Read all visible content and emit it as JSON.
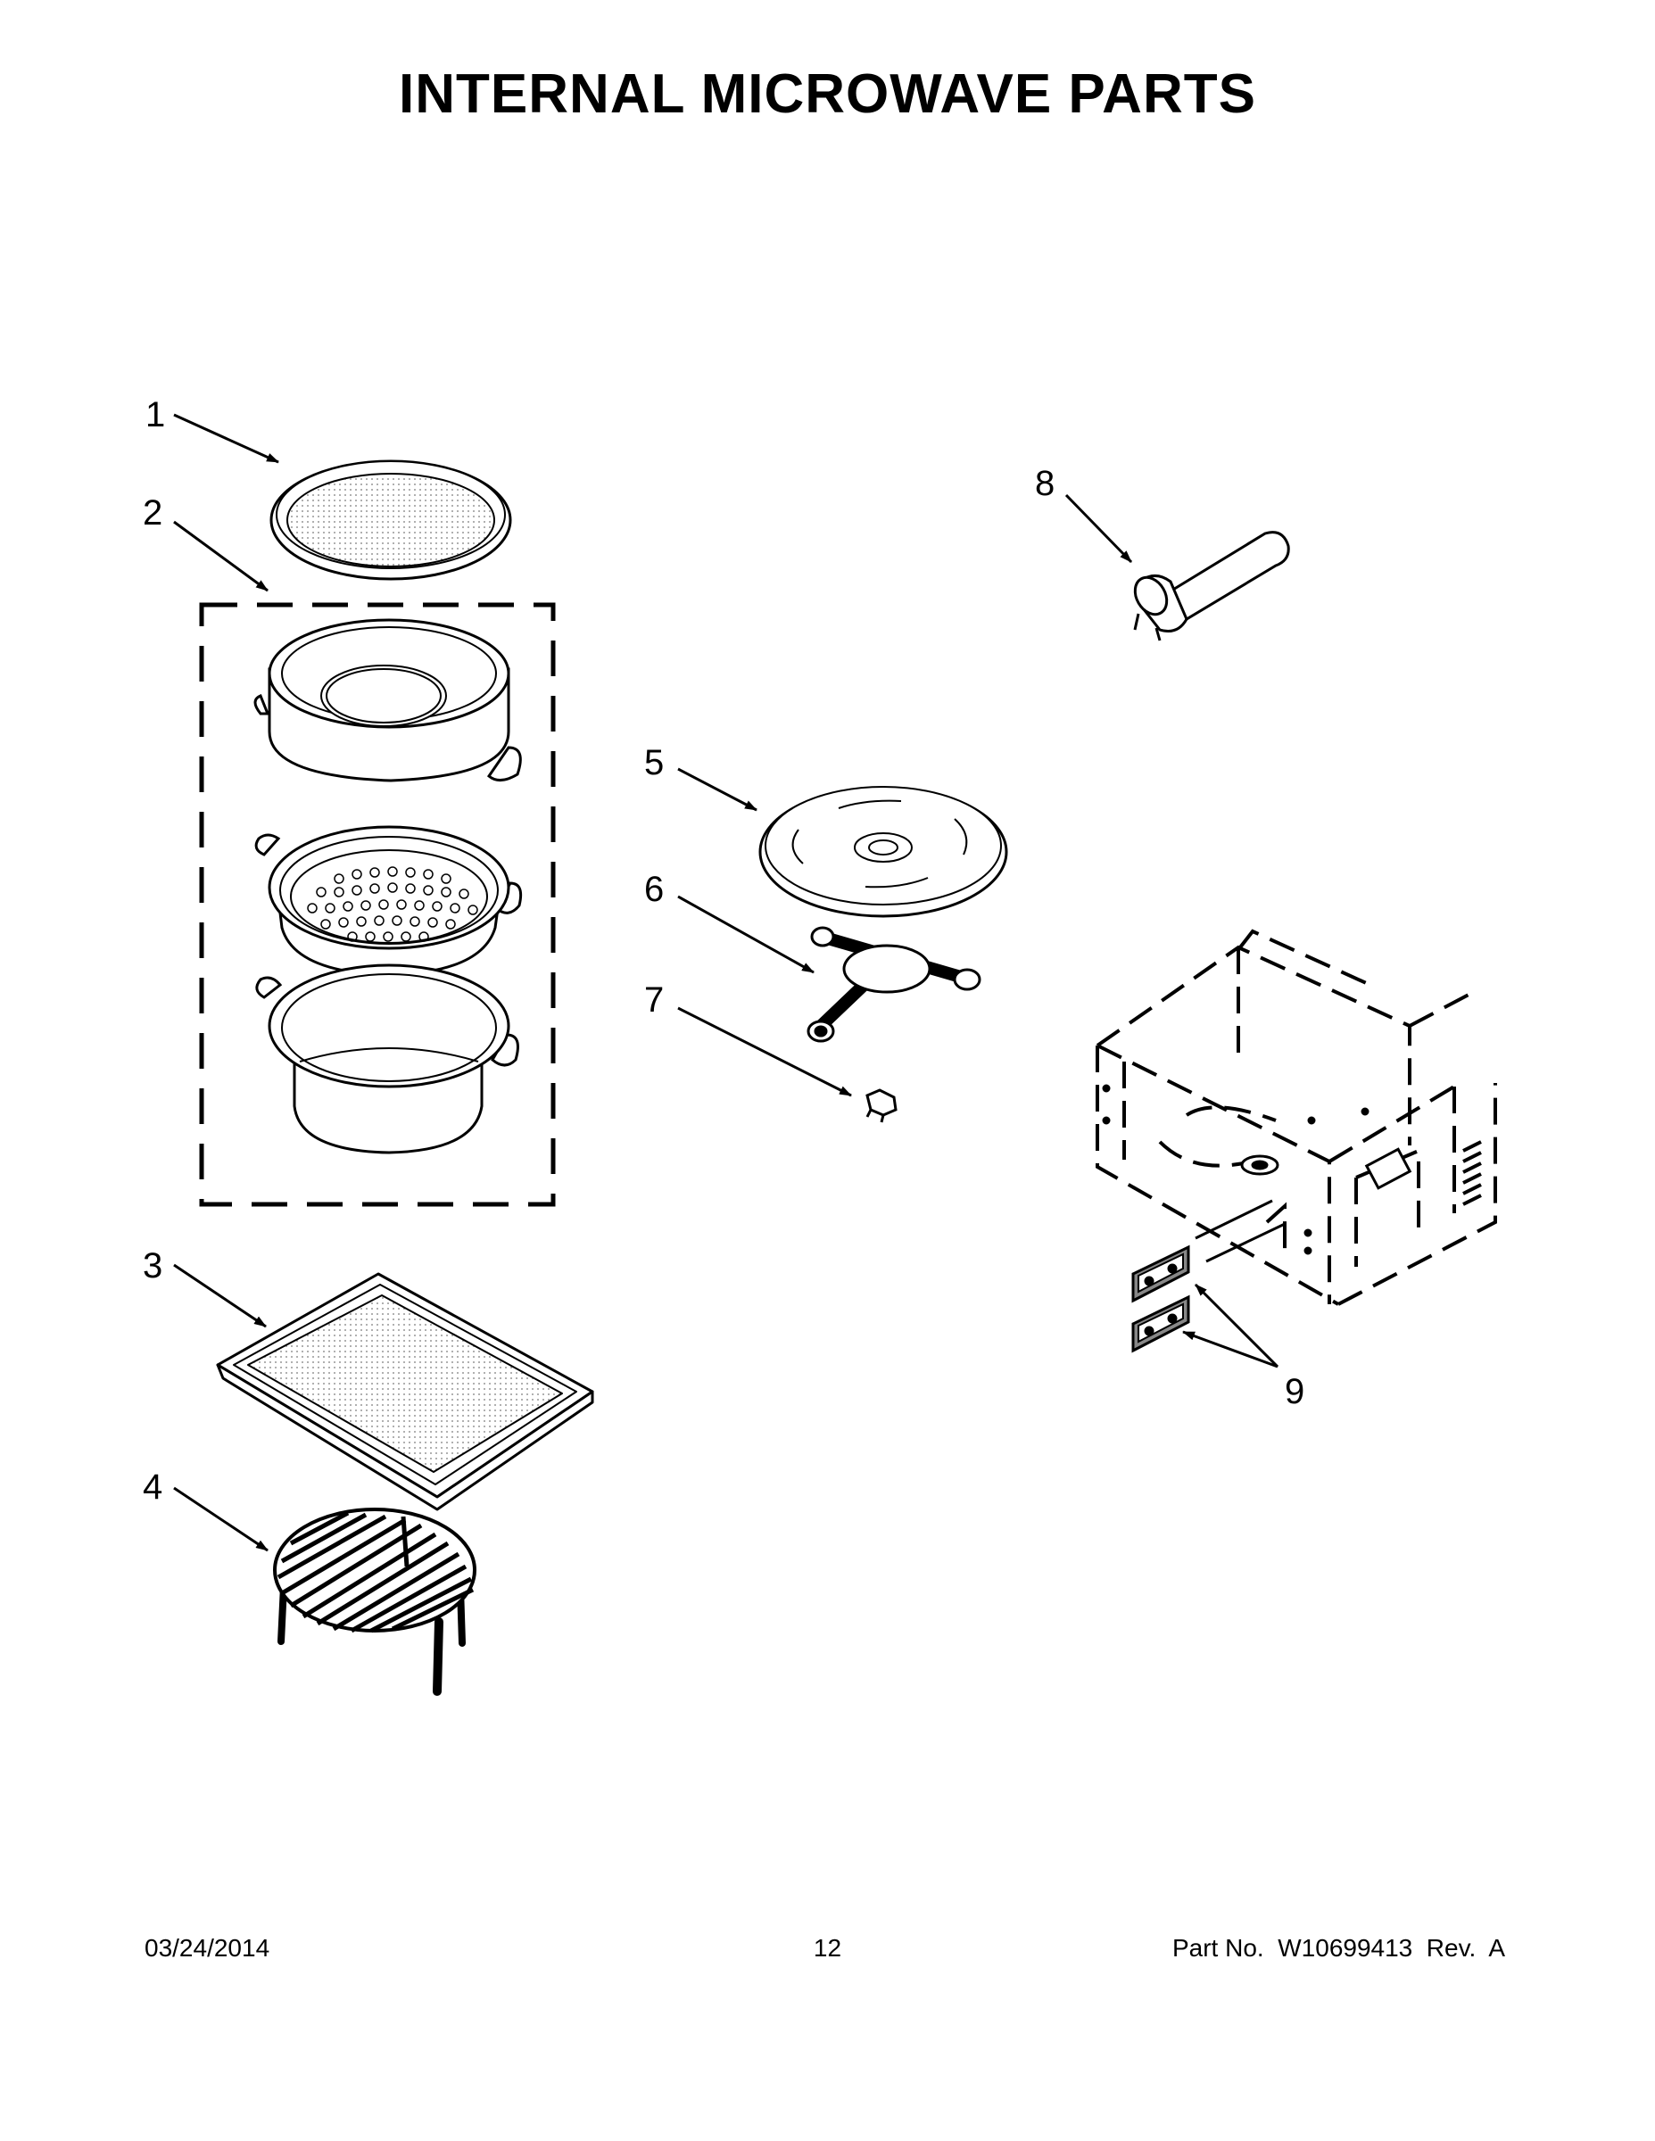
{
  "page": {
    "title": "INTERNAL MICROWAVE PARTS",
    "footer": {
      "date": "03/24/2014",
      "page_number": "12",
      "part_number": "Part No.  W10699413  Rev.  A"
    }
  },
  "callouts": [
    {
      "id": "1",
      "label": "1"
    },
    {
      "id": "2",
      "label": "2"
    },
    {
      "id": "3",
      "label": "3"
    },
    {
      "id": "4",
      "label": "4"
    },
    {
      "id": "5",
      "label": "5"
    },
    {
      "id": "6",
      "label": "6"
    },
    {
      "id": "7",
      "label": "7"
    },
    {
      "id": "8",
      "label": "8"
    },
    {
      "id": "9",
      "label": "9"
    }
  ]
}
